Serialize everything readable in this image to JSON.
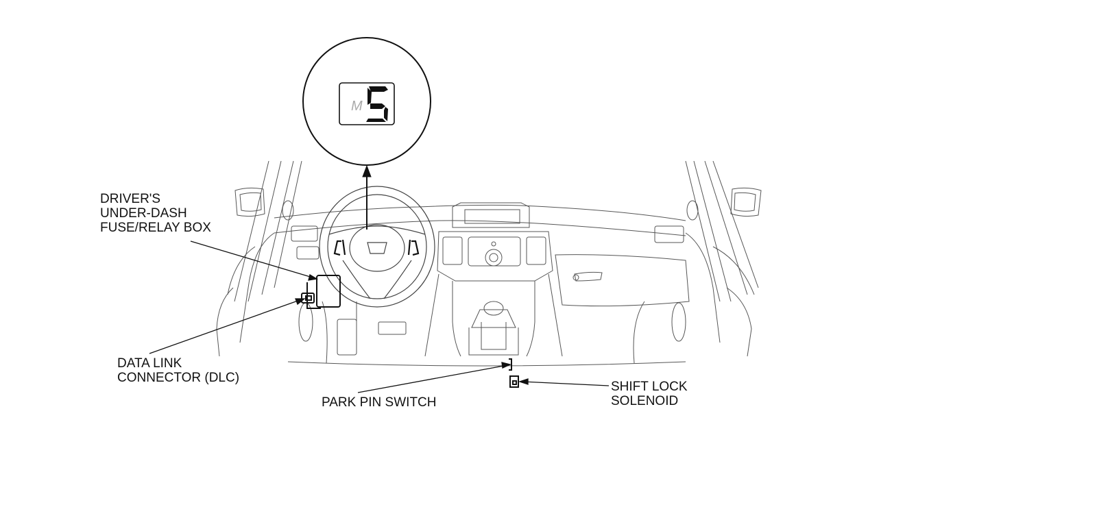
{
  "callouts": {
    "fuse_box": [
      "DRIVER'S",
      "UNDER-DASH",
      "FUSE/RELAY BOX"
    ],
    "dlc": [
      "DATA LINK",
      "CONNECTOR (DLC)"
    ],
    "park_pin": [
      "PARK PIN SWITCH"
    ],
    "shift_lock": [
      "SHIFT LOCK",
      "SOLENOID"
    ]
  },
  "indicator": {
    "mode_letter": "M",
    "gear": "5"
  },
  "colors": {
    "line": "#111111",
    "thin_line": "#555555",
    "background": "#ffffff"
  }
}
